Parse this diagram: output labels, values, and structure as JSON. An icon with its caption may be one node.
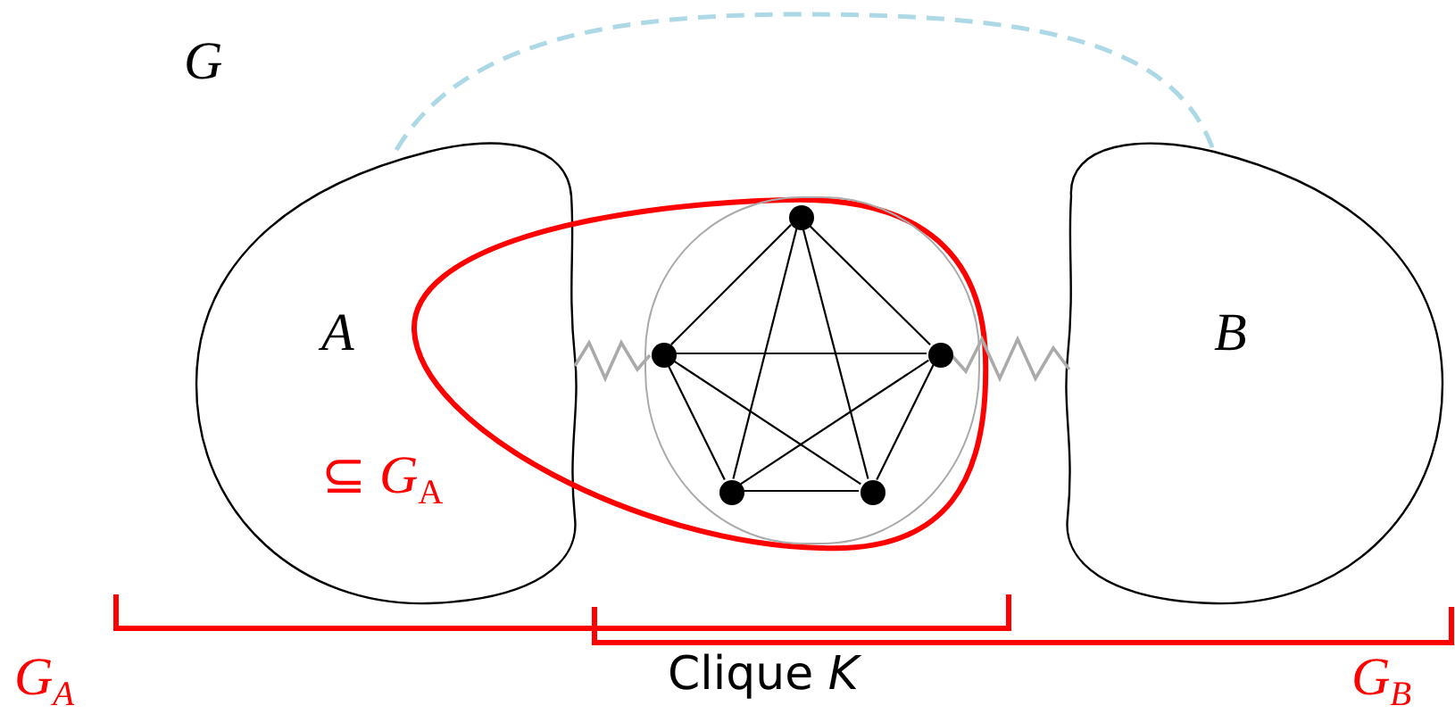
{
  "diagram": {
    "nodes": [
      {
        "text": [
          "A"
        ]
      },
      {
        "text": [
          "B"
        ]
      },
      {
        "text": [],
        "shape": "closed-curve",
        "beside": [
          "⊆ *G*$_{A}$"
        ]
      },
      {
        "text": [],
        "shape": "circle",
        "in": 2
      },
      {
        "text": [],
        "shape": "circle",
        "in": 3
      },
      {
        "text": [],
        "shape": "circle",
        "in": 3
      },
      {
        "text": [],
        "shape": "circle",
        "in": 3
      },
      {
        "text": [],
        "shape": "circle",
        "in": 3
      },
      {
        "text": [],
        "shape": "circle",
        "in": 3
      }
    ],
    "edges": [
      {
        "from": 4,
        "to": 5,
        "arrow": "none"
      },
      {
        "from": 4,
        "to": 6,
        "arrow": "none"
      },
      {
        "from": 4,
        "to": 7,
        "arrow": "none"
      },
      {
        "from": 4,
        "to": 8,
        "arrow": "none"
      },
      {
        "from": 5,
        "to": 6,
        "arrow": "none"
      },
      {
        "from": 5,
        "to": 7,
        "arrow": "none"
      },
      {
        "from": 5,
        "to": 8,
        "arrow": "none"
      },
      {
        "from": 6,
        "to": 7,
        "arrow": "none"
      },
      {
        "from": 6,
        "to": 8,
        "arrow": "none"
      },
      {
        "from": 7,
        "to": 8,
        "arrow": "none"
      },
      {
        "from": 0,
        "to": 5,
        "arrow": "none",
        "color": "#aaaaaa"
      },
      {
        "from": 6,
        "to": 1,
        "arrow": "none",
        "color": "#aaaaaa"
      },
      {
        "from": 0,
        "to": 1,
        "arrow": "none",
        "style": "dashed",
        "color": "#add8e6"
      }
    ],
    "labels": [
      "G",
      "G$_{A}$",
      "Clique *K*",
      "G$_{B}$"
    ]
  }
}
